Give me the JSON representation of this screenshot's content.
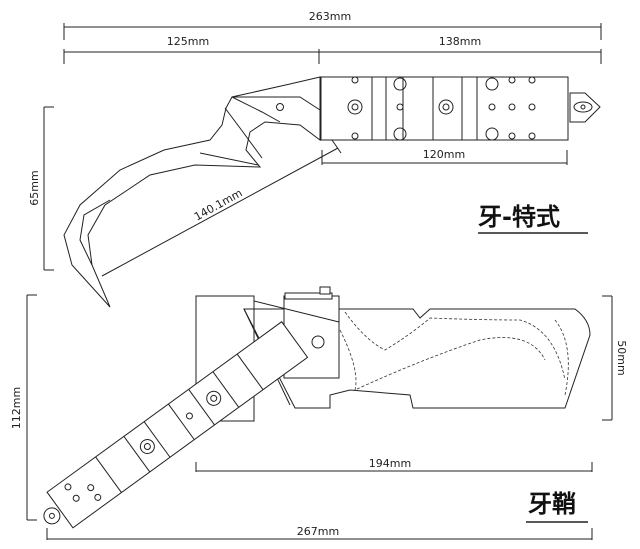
{
  "knife": {
    "title": "牙-特式",
    "dims": {
      "total": "263mm",
      "blade": "125mm",
      "handle": "138mm",
      "grip": "120mm",
      "height": "65mm",
      "diagonal": "140.1mm"
    }
  },
  "sheath": {
    "title": "牙鞘",
    "dims": {
      "height": "112mm",
      "width": "50mm",
      "body": "194mm",
      "total": "267mm"
    }
  }
}
